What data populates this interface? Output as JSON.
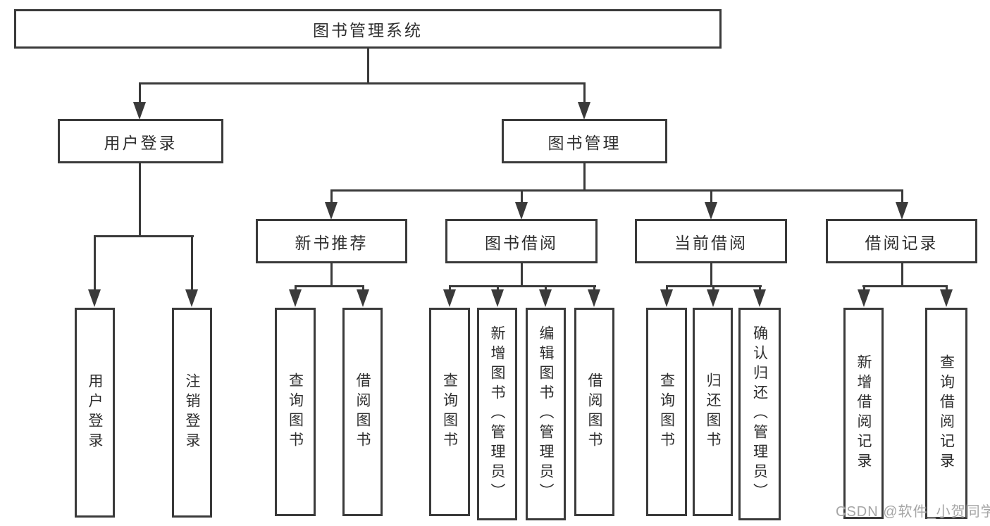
{
  "tree": {
    "label": "图书管理系统",
    "children": [
      {
        "label": "用户登录",
        "children": [
          {
            "label": "用户登录"
          },
          {
            "label": "注销登录"
          }
        ]
      },
      {
        "label": "图书管理",
        "children": [
          {
            "label": "新书推荐",
            "children": [
              {
                "label": "查询图书"
              },
              {
                "label": "借阅图书"
              }
            ]
          },
          {
            "label": "图书借阅",
            "children": [
              {
                "label": "查询图书"
              },
              {
                "label": "新增图书（管理员）"
              },
              {
                "label": "编辑图书（管理员）"
              },
              {
                "label": "借阅图书"
              }
            ]
          },
          {
            "label": "当前借阅",
            "children": [
              {
                "label": "查询图书"
              },
              {
                "label": "归还图书"
              },
              {
                "label": "确认归还（管理员）"
              }
            ]
          },
          {
            "label": "借阅记录",
            "children": [
              {
                "label": "新增借阅记录"
              },
              {
                "label": "查询借阅记录"
              }
            ]
          }
        ]
      }
    ]
  },
  "watermark": {
    "text": "CSDN @软件_小贺同学"
  },
  "colors": {
    "line": "#3a3a3a",
    "text": "#2e2e2e",
    "watermark": "#a6a6a6",
    "background": "#ffffff"
  }
}
